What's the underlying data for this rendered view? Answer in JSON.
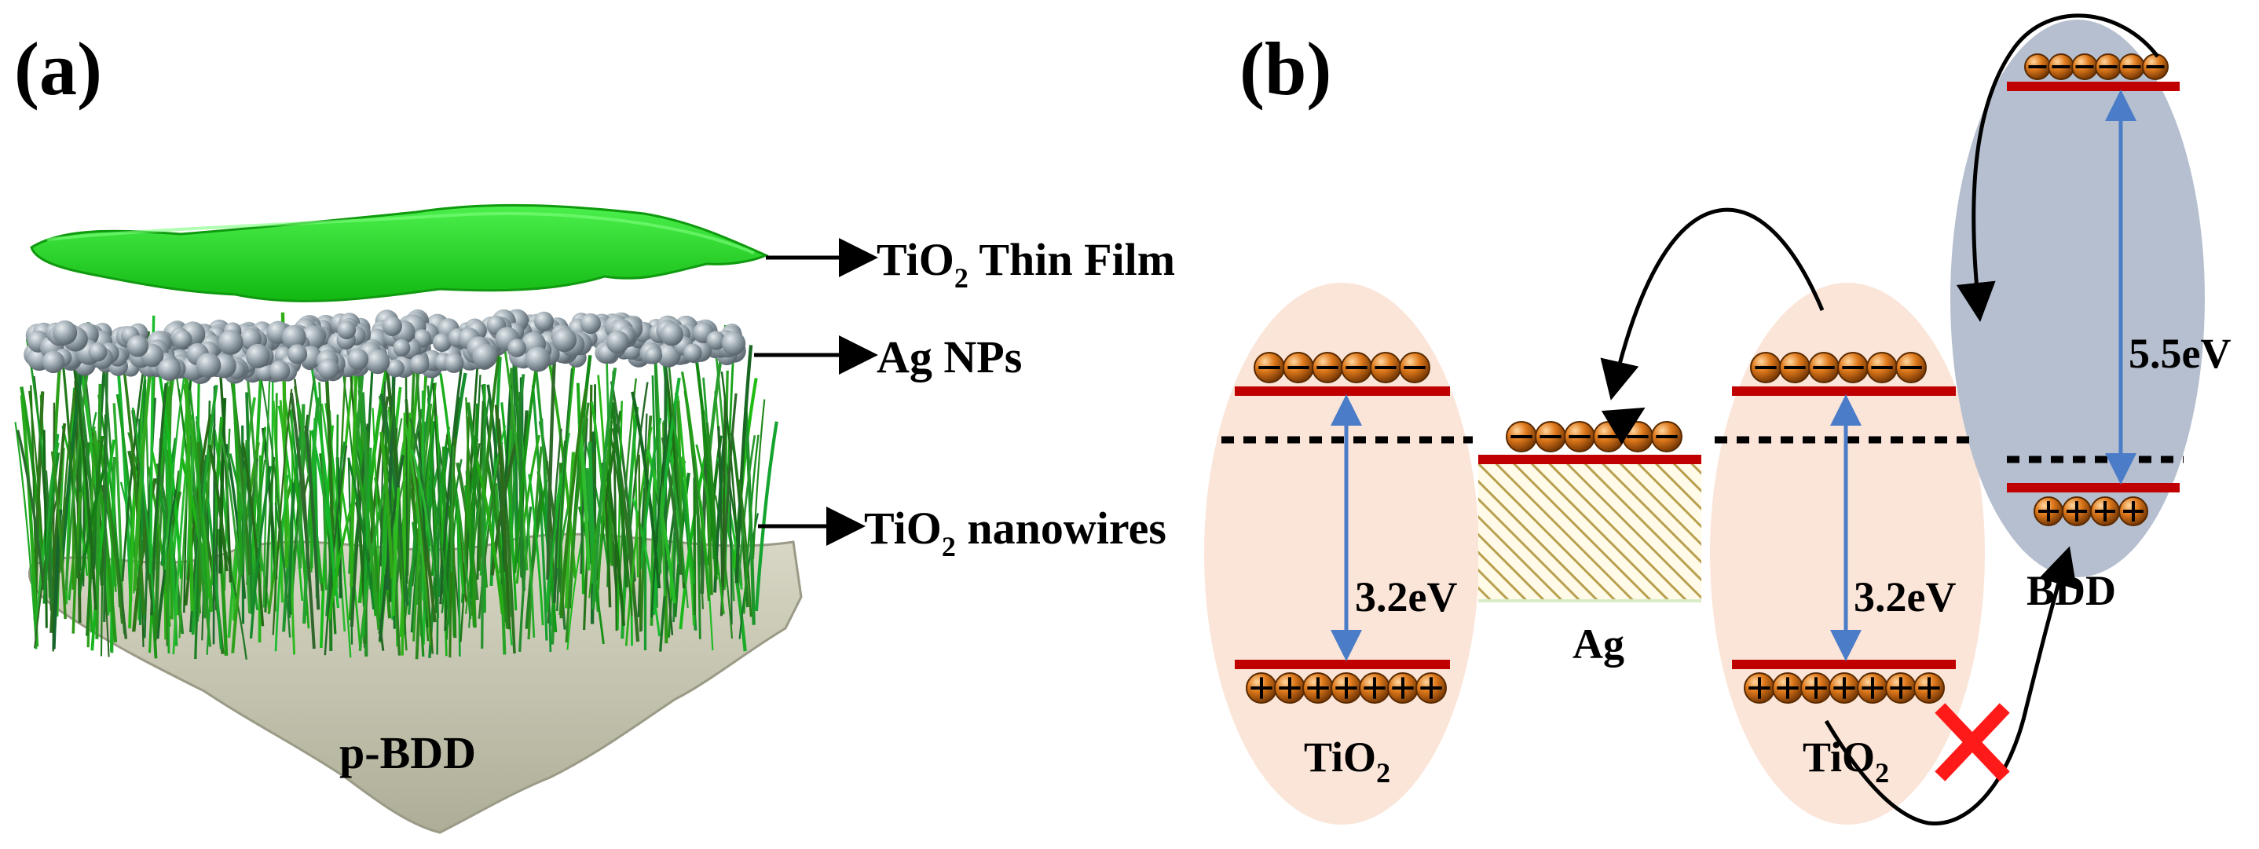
{
  "panel_a": {
    "label": "(a)",
    "callouts": {
      "thin_film": {
        "pre": "TiO",
        "sub": "2",
        "post": " Thin Film"
      },
      "ag_nps": {
        "text": "Ag NPs"
      },
      "nanowires": {
        "pre": "TiO",
        "sub": "2",
        "post": " nanowires"
      }
    },
    "substrate_label": "p-BDD",
    "colors": {
      "film": "#22dd22",
      "nanoparticles": "#8f9aa3",
      "nanowires": "#27a327",
      "substrate": "#c9c8b4"
    }
  },
  "panel_b": {
    "label": "(b)",
    "tio2_left": {
      "name_pre": "TiO",
      "name_sub": "2",
      "gap": "3.2eV"
    },
    "ag": {
      "name": "Ag"
    },
    "tio2_right": {
      "name_pre": "TiO",
      "name_sub": "2",
      "gap": "3.2eV"
    },
    "bdd": {
      "name": "BDD",
      "gap": "5.5eV"
    },
    "colors": {
      "tio2_bg": "#fbe5d8",
      "bdd_bg": "#b6bfcf",
      "band": "#c00000",
      "gap_arrow": "#4a7cc8",
      "ag_hatch": "#b8a04e",
      "charge": "#e07a1c",
      "blocked": "#ff1a1a"
    }
  }
}
